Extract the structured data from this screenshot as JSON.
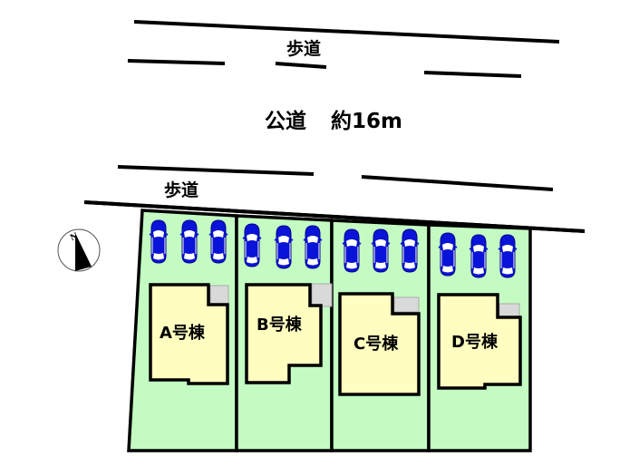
{
  "road": {
    "sidewalk_top_label": "歩道",
    "public_road_label": "公道",
    "road_width_label": "約16m",
    "sidewalk_bottom_label": "歩道"
  },
  "compass": {
    "north_label": "N"
  },
  "colors": {
    "lot_fill": "#c3fbc3",
    "house_fill": "#fffdbf",
    "balcony_fill": "#d9d9d9",
    "car_blue": "#0a14d8",
    "outline": "#000000"
  },
  "lots": [
    {
      "id": "A",
      "label": "A号棟",
      "parking_spaces": 3
    },
    {
      "id": "B",
      "label": "B号棟",
      "parking_spaces": 3
    },
    {
      "id": "C",
      "label": "C号棟",
      "parking_spaces": 3
    },
    {
      "id": "D",
      "label": "D号棟",
      "parking_spaces": 3
    }
  ]
}
